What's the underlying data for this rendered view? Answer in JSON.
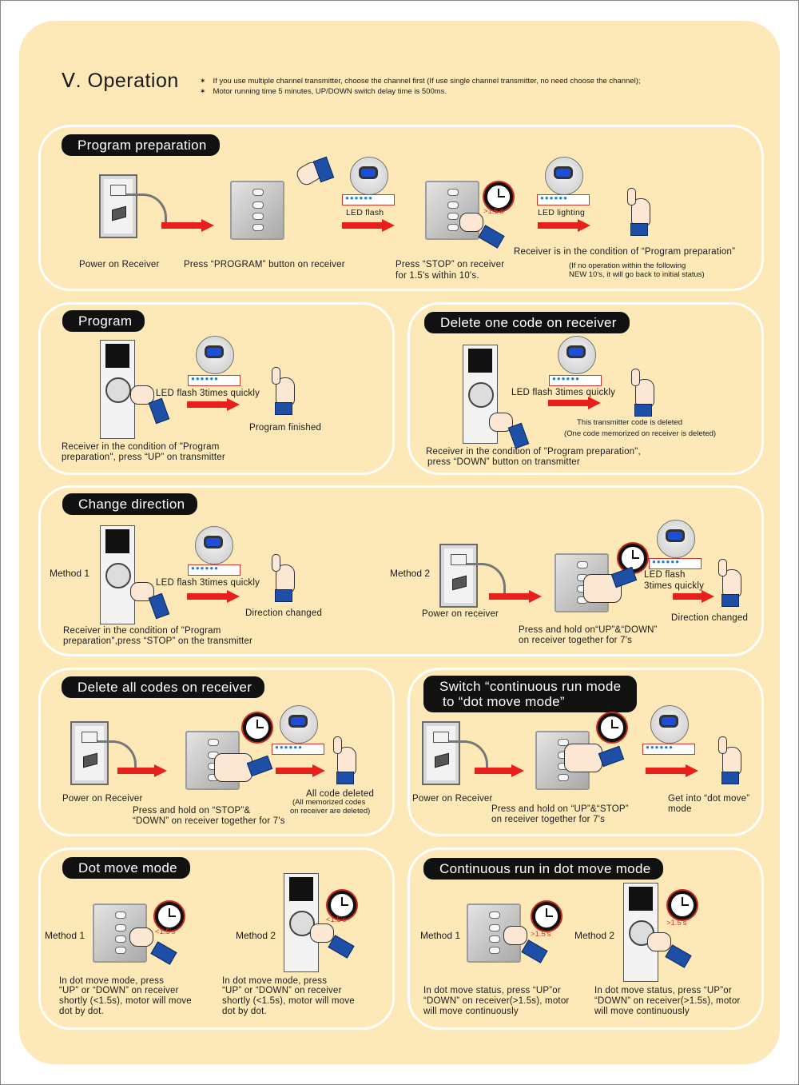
{
  "header": {
    "title": "Ⅴ. Operation",
    "notes": [
      "If you use multiple channel transmitter, choose the channel first (If use single channel transmitter, no need choose the channel);",
      "Motor running time 5 minutes, UP/DOWN switch delay time is 500ms."
    ]
  },
  "program_preparation": {
    "label": "Program preparation",
    "power_on": "Power on Receiver",
    "press_program": "Press “PROGRAM” button on receiver",
    "led_flash": "LED flash",
    "time": ">1.5's",
    "press_stop_1": "Press “STOP” on receiver",
    "press_stop_2": "for 1.5's within 10's.",
    "led_lighting": "LED  lighting",
    "condition": "Receiver is in the condition of “Program preparation”",
    "note_1": "(If no operation within the following",
    "note_2": "NEW 10's, it will go back to initial status)"
  },
  "program": {
    "label": "Program",
    "led": "LED flash 3times quickly",
    "finished": "Program finished",
    "desc_1": "Receiver in the condition of \"Program",
    "desc_2": "preparation\", press “UP” on transmitter"
  },
  "delete_one": {
    "label": "Delete one code on receiver",
    "led": "LED flash 3times quickly",
    "result_1": "This transmitter code is  deleted",
    "result_2": "(One code memorized on receiver is deleted)",
    "desc_1": "Receiver in the condition of \"Program preparation\",",
    "desc_2": "press  “DOWN”  button on transmitter"
  },
  "change_direction": {
    "label": "Change direction",
    "method1": "Method 1",
    "m1_led": "LED flash 3times quickly",
    "m1_result": "Direction changed",
    "m1_desc_1": "Receiver in the condition of \"Program",
    "m1_desc_2": "preparation\",press “STOP” on the transmitter",
    "method2": "Method 2",
    "m2_power": "Power on receiver",
    "m2_led_1": "LED flash",
    "m2_led_2": "3times quickly",
    "m2_result": "Direction changed",
    "m2_desc_1": "Press  and hold on“UP”&“DOWN”",
    "m2_desc_2": "on receiver together for 7's"
  },
  "delete_all": {
    "label": "Delete all codes on receiver",
    "power": "Power on Receiver",
    "desc_1": "Press and hold on “STOP”&",
    "desc_2": "“DOWN” on receiver together for 7's",
    "result": "All code deleted",
    "result_note_1": "(All memorized codes",
    "result_note_2": "on receiver are deleted)"
  },
  "switch_mode": {
    "label_1": "Switch “continuous run mode",
    "label_2": "to “dot move mode”",
    "power": "Power on Receiver",
    "desc_1": "Press and hold on “UP”&“STOP”",
    "desc_2": "on receiver together for 7's",
    "result_1": "Get into “dot move”",
    "result_2": "mode"
  },
  "dot_move": {
    "label": "Dot move mode",
    "method1": "Method 1",
    "m1_time": "<1.5's",
    "m1_desc": [
      "In  dot  move  mode, press",
      "“UP” or “DOWN” on receiver",
      "shortly (<1.5s), motor will move",
      "dot by dot."
    ],
    "method2": "Method 2",
    "m2_time": "<1.5's",
    "m2_desc": [
      "In  dot  move  mode, press",
      "“UP” or “DOWN”  on receiver",
      "shortly (<1.5s), motor will move",
      "dot by dot."
    ]
  },
  "continuous": {
    "label": "Continuous run in dot move mode",
    "method1": "Method 1",
    "m1_time": ">1.5's",
    "m1_desc": [
      "In dot move status,  press “UP”or",
      "“DOWN” on receiver(>1.5s), motor",
      "will  move  continuously"
    ],
    "method2": "Method 2",
    "m2_time": ">1.5's",
    "m2_desc": [
      "In dot move status,  press “UP”or",
      "“DOWN” on receiver(>1.5s), motor",
      "will  move  continuously"
    ]
  },
  "colors": {
    "background": "#fde9b8",
    "arrow": "#e8201c",
    "label_bg": "#111111",
    "cuff": "#1d4fa6"
  }
}
